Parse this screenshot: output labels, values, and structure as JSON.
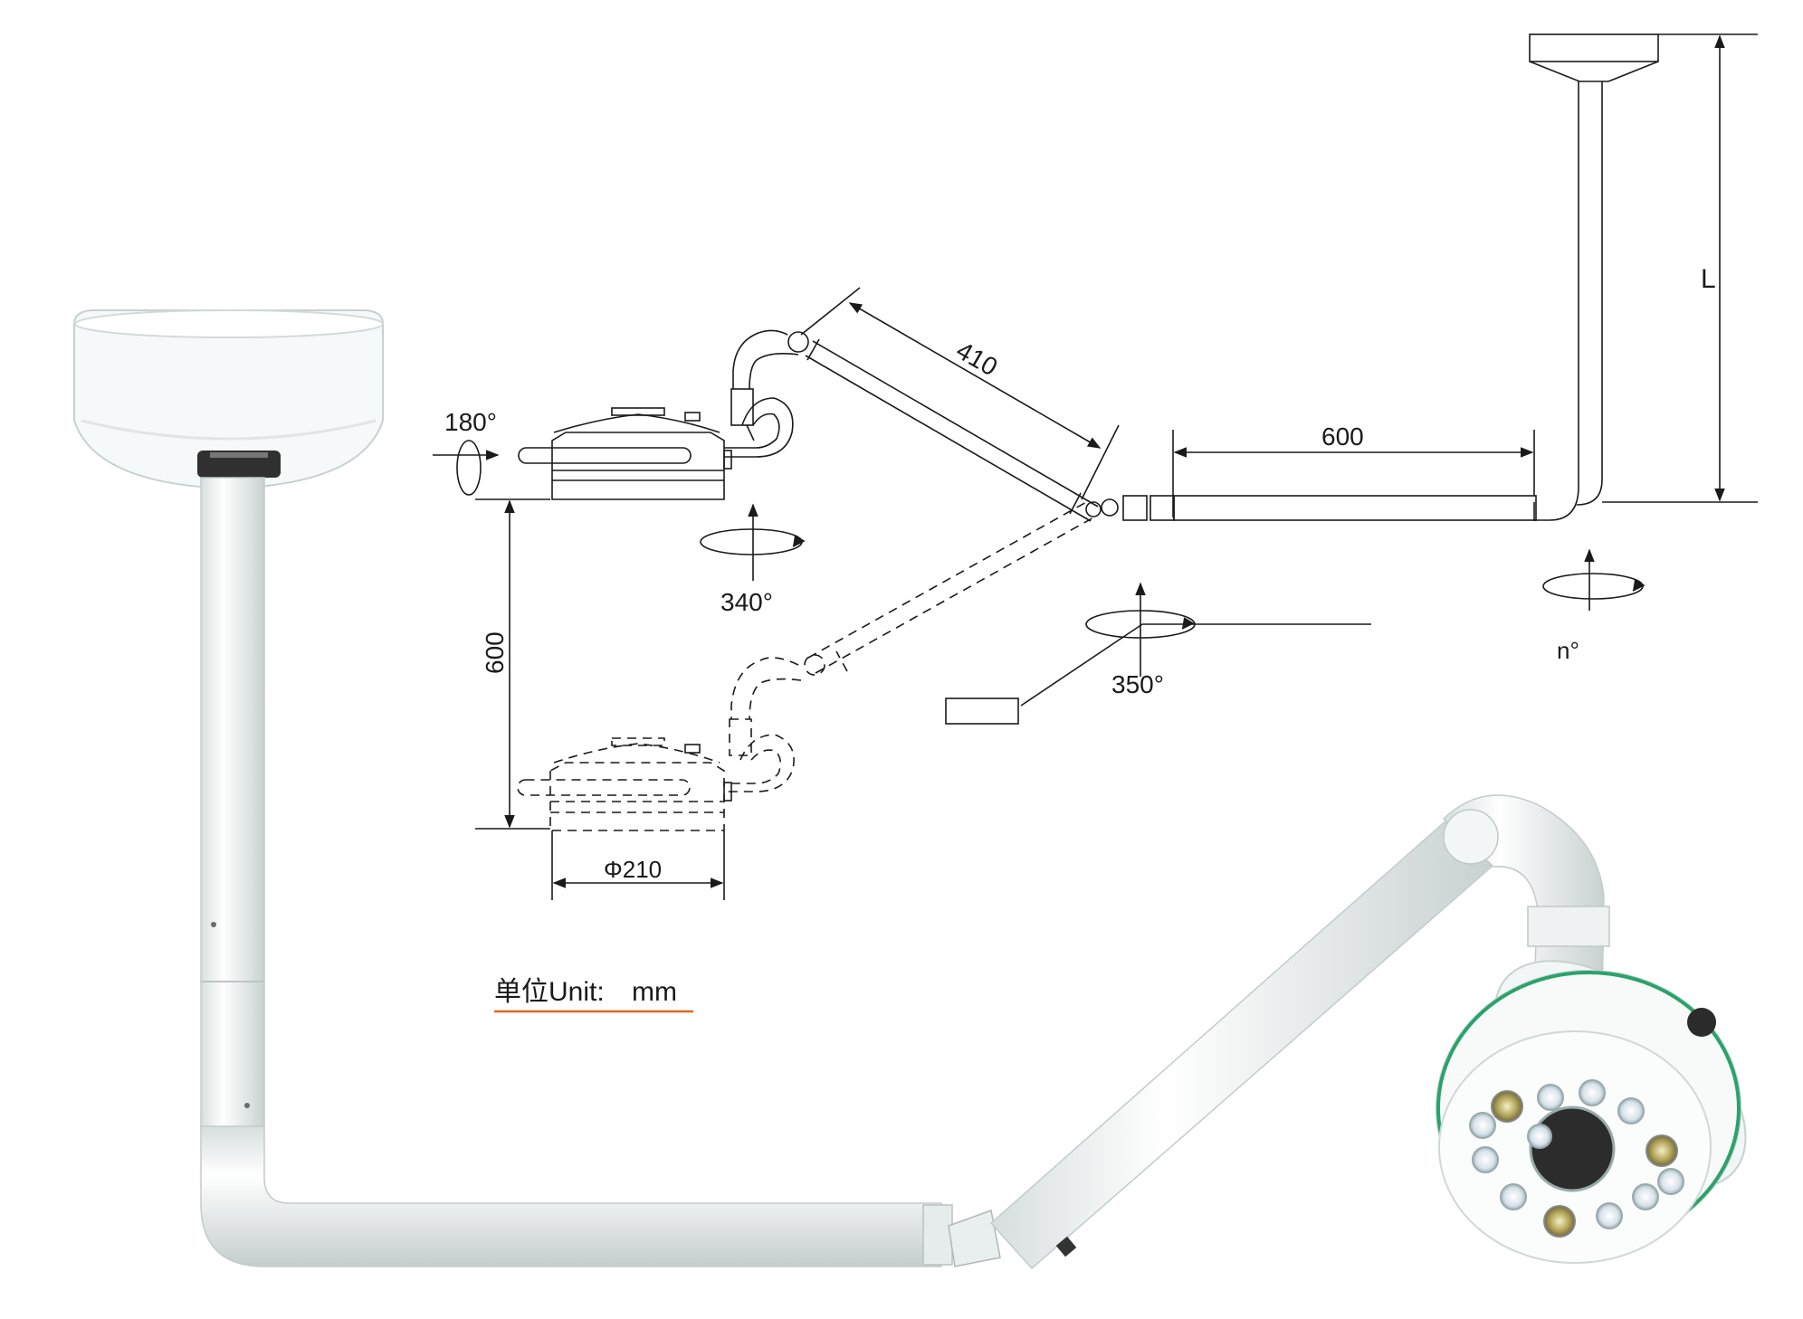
{
  "dimensions": {
    "arm_length": "410",
    "horizontal_arm": "600",
    "column_height": "L",
    "vertical_travel": "600",
    "head_diameter": "Φ210"
  },
  "rotations": {
    "head_tilt": "180°",
    "head_swivel": "340°",
    "arm_swivel": "350°",
    "column_swivel": "n°"
  },
  "unit_note": {
    "label": "单位Unit:",
    "value": "mm"
  },
  "colors": {
    "line": "#1a1a1a",
    "body": "#f3f6f6",
    "accent_green": "#2aa36b",
    "underline": "#e0661f"
  }
}
